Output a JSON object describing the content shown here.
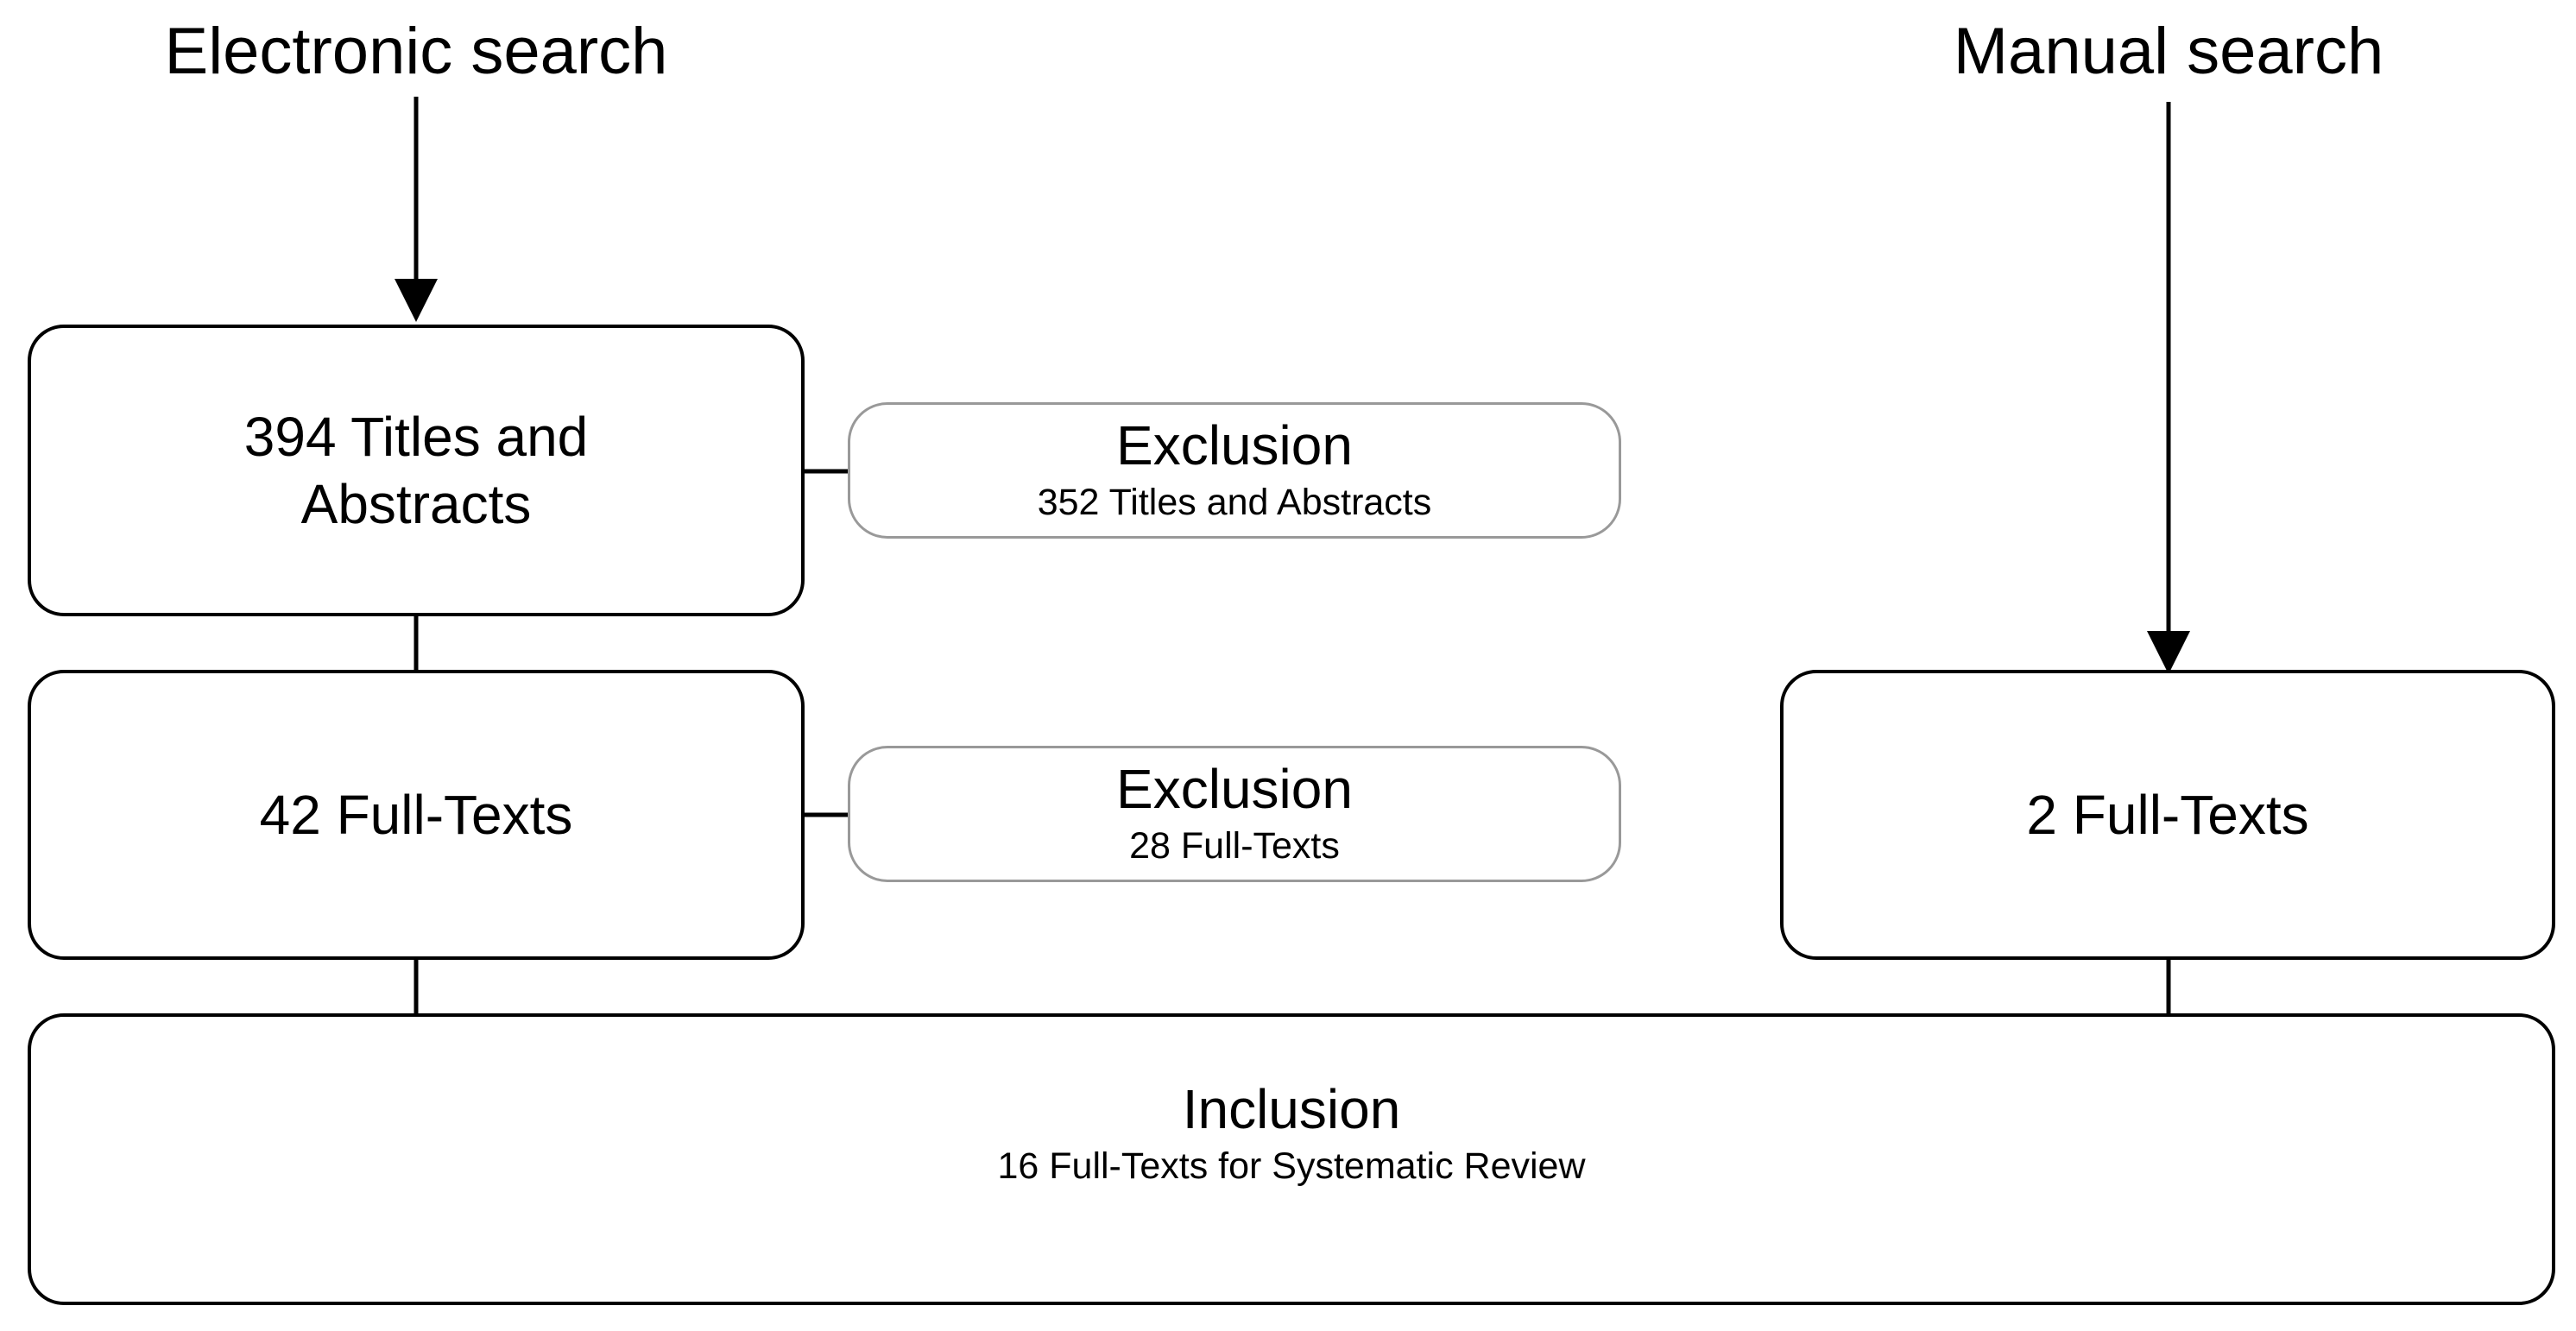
{
  "headings": {
    "electronic": "Electronic search",
    "manual": "Manual search"
  },
  "boxes": {
    "titles_abstracts": "394 Titles and Abstracts",
    "full_texts_42": "42 Full-Texts",
    "full_texts_2": "2 Full-Texts"
  },
  "exclusions": [
    {
      "title": "Exclusion",
      "detail": "352 Titles and Abstracts"
    },
    {
      "title": "Exclusion",
      "detail": "28 Full-Texts"
    }
  ],
  "inclusion": {
    "title": "Inclusion",
    "detail": "16 Full-Texts for Systematic Review"
  }
}
